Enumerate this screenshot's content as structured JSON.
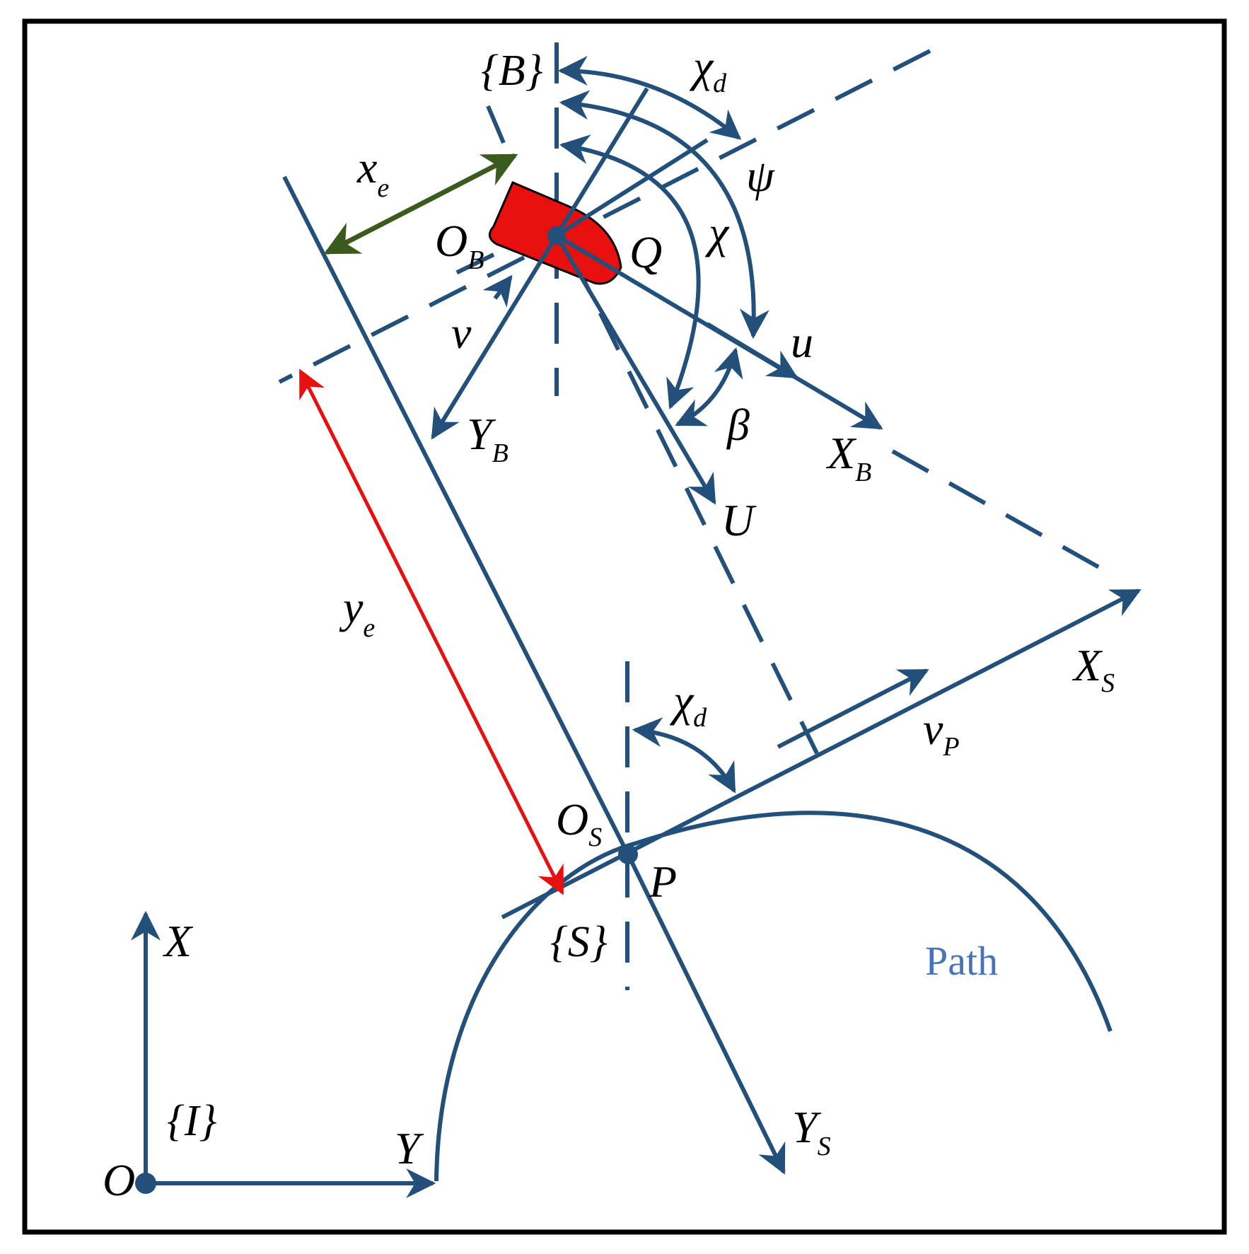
{
  "colors": {
    "line": "#23507a",
    "vessel_fill": "#e8100f",
    "ye_arrow": "#e8100f",
    "xe_arrow": "#3a5a1e",
    "path_label": "#4a72b8",
    "frame": "#000000"
  },
  "labels": {
    "frame_B": "{B}",
    "frame_S": "{S}",
    "frame_I": "{I}",
    "chi_d_top": {
      "main": "χ",
      "sub": "d"
    },
    "psi": "ψ",
    "chi": "χ",
    "beta": "β",
    "x_e": {
      "main": "x",
      "sub": "e"
    },
    "y_e": {
      "main": "y",
      "sub": "e"
    },
    "O_B": {
      "main": "O",
      "sub": "B"
    },
    "Q": "Q",
    "v": "v",
    "u": "u",
    "U": "U",
    "Y_B": {
      "main": "Y",
      "sub": "B"
    },
    "X_B": {
      "main": "X",
      "sub": "B"
    },
    "X_S": {
      "main": "X",
      "sub": "S"
    },
    "Y_S": {
      "main": "Y",
      "sub": "S"
    },
    "v_P": {
      "main": "v",
      "sub": "P"
    },
    "chi_d_bottom": {
      "main": "χ",
      "sub": "d"
    },
    "O_S": {
      "main": "O",
      "sub": "S"
    },
    "P": "P",
    "X": "X",
    "Y": "Y",
    "O": "O",
    "path": "Path"
  }
}
